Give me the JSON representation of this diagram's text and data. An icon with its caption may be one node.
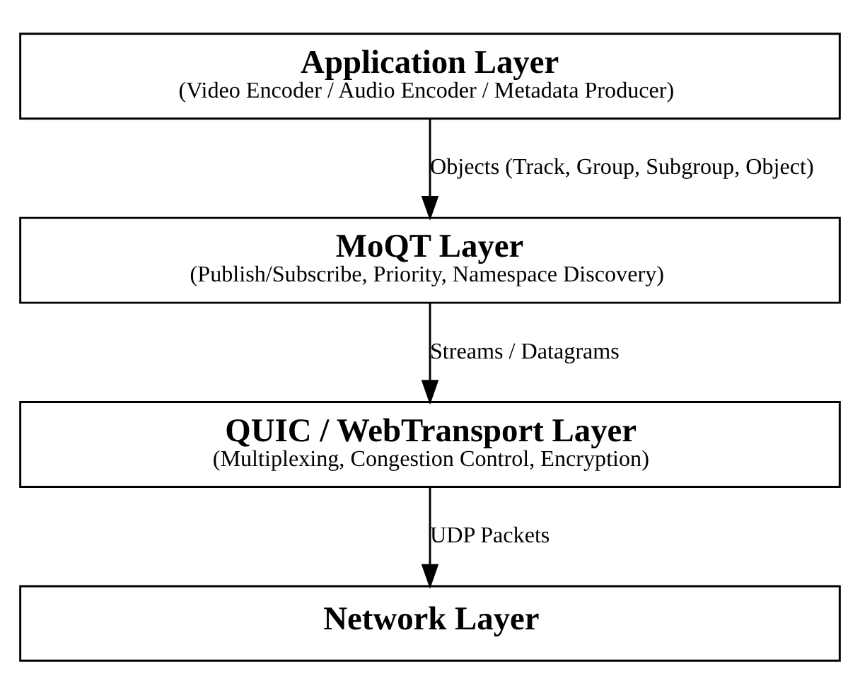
{
  "diagram": {
    "nodes": [
      {
        "text": [
          "Application Layer",
          "(Video Encoder / Audio Encoder / Metadata Producer)"
        ]
      },
      {
        "text": [
          "MoQT Layer",
          "(Publish/Subscribe, Priority, Namespace Discovery)"
        ]
      },
      {
        "text": [
          "QUIC / WebTransport Layer",
          "(Multiplexing, Congestion Control, Encryption)"
        ]
      },
      {
        "text": [
          "Network Layer"
        ]
      }
    ],
    "edges": [
      {
        "from": 0,
        "to": 1,
        "arrow": "to",
        "label": "Objects (Track, Group, Subgroup, Object)"
      },
      {
        "from": 1,
        "to": 2,
        "arrow": "to",
        "label": "Streams / Datagrams"
      },
      {
        "from": 2,
        "to": 3,
        "arrow": "to",
        "label": "UDP Packets"
      }
    ]
  }
}
